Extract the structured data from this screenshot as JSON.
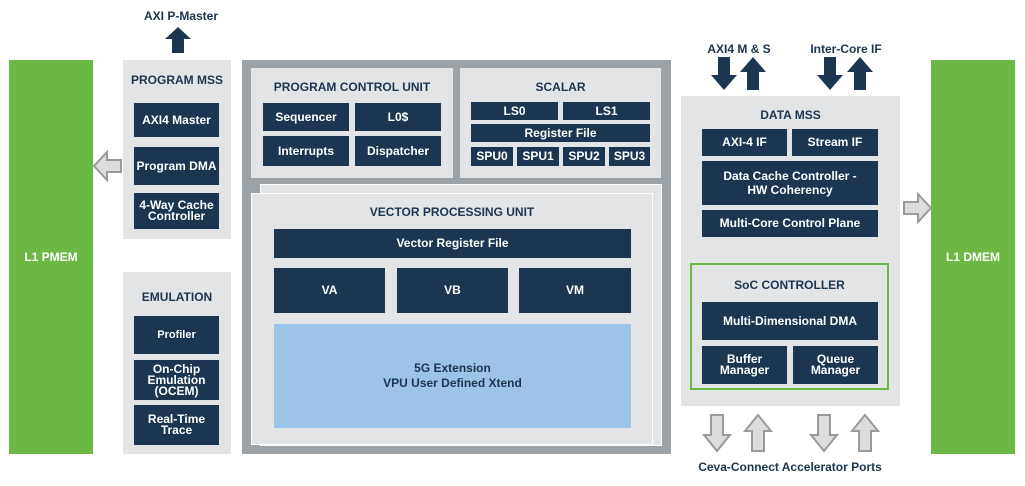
{
  "colors": {
    "navy": "#1c3550",
    "green": "#6bb845",
    "panel": "#e3e4e6",
    "frame": "#9ca3a8",
    "blue": "#9dc3e6"
  },
  "left": {
    "l1pmem": "L1 PMEM"
  },
  "right": {
    "l1dmem": "L1 DMEM"
  },
  "top": {
    "axi_p_master": "AXI P-Master"
  },
  "program_mss": {
    "title": "PROGRAM MSS",
    "axi4_master": "AXI4 Master",
    "program_dma": "Program DMA",
    "cache_line1": "4-Way Cache",
    "cache_line2": "Controller"
  },
  "emulation": {
    "title": "EMULATION",
    "profiler": "Profiler",
    "ocem_line1": "On-Chip",
    "ocem_line2": "Emulation",
    "ocem_line3": "(OCEM)",
    "rtt_line1": "Real-Time",
    "rtt_line2": "Trace"
  },
  "pcu": {
    "title": "PROGRAM CONTROL UNIT",
    "sequencer": "Sequencer",
    "l0": "L0$",
    "interrupts": "Interrupts",
    "dispatcher": "Dispatcher"
  },
  "scalar": {
    "title": "SCALAR",
    "ls0": "LS0",
    "ls1": "LS1",
    "register_file": "Register File",
    "spu0": "SPU0",
    "spu1": "SPU1",
    "spu2": "SPU2",
    "spu3": "SPU3"
  },
  "vpu": {
    "title": "VECTOR PROCESSING UNIT",
    "vrf": "Vector Register File",
    "va": "VA",
    "vb": "VB",
    "vm": "VM",
    "ext_line1": "5G Extension",
    "ext_line2": "VPU User Defined Xtend"
  },
  "data_mss": {
    "axi4ms": "AXI4 M & S",
    "intercore": "Inter-Core IF",
    "title": "DATA MSS",
    "axi4_if": "AXI-4 IF",
    "stream_if": "Stream IF",
    "dcc_line1": "Data Cache Controller -",
    "dcc_line2": "HW Coherency",
    "mccp": "Multi-Core Control Plane"
  },
  "soc": {
    "title": "SoC CONTROLLER",
    "mddma": "Multi-Dimensional DMA",
    "buf_line1": "Buffer",
    "buf_line2": "Manager",
    "queue_line1": "Queue",
    "queue_line2": "Manager"
  },
  "bottom": {
    "ports": "Ceva-Connect Accelerator Ports"
  },
  "icons": [
    "arrow-up-icon",
    "arrow-down-icon",
    "arrow-left-hollow-icon",
    "arrow-right-hollow-icon"
  ]
}
